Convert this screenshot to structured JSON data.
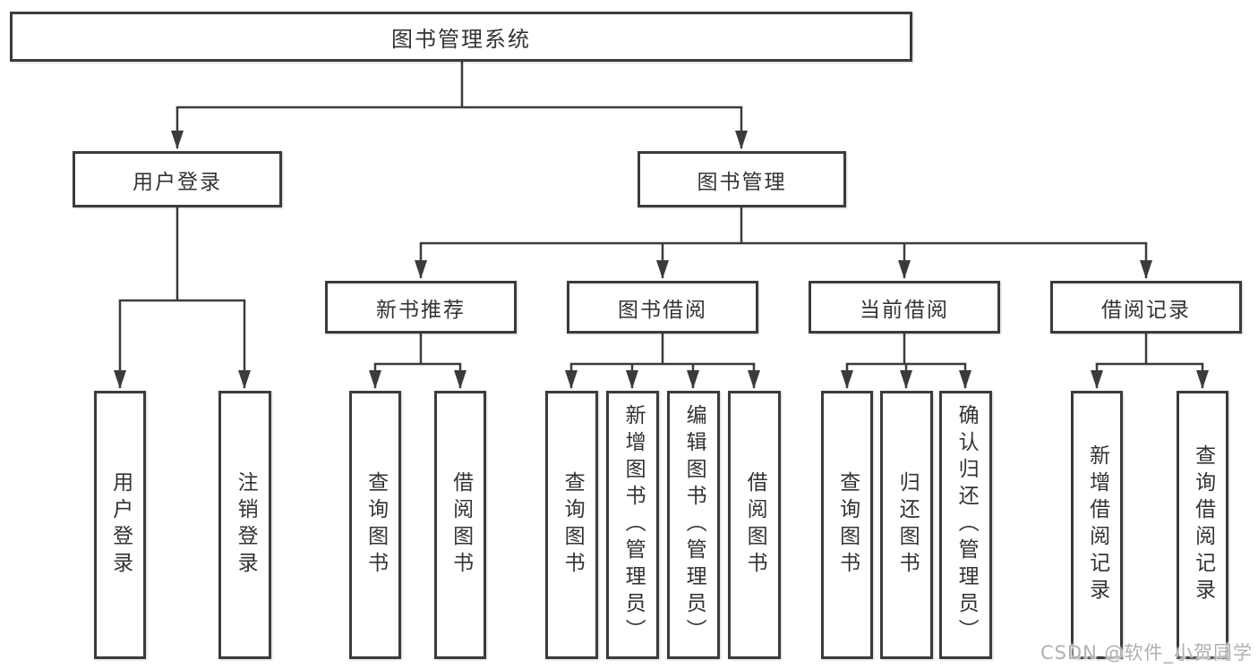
{
  "diagram": {
    "root": "图书管理系统",
    "level2": {
      "user_login": "用户登录",
      "book_management": "图书管理"
    },
    "level3": {
      "new_book": "新书推荐",
      "borrowing": "图书借阅",
      "current": "当前借阅",
      "records": "借阅记录"
    },
    "leaves": {
      "user_login": [
        "用户登录",
        "注销登录"
      ],
      "new_book": [
        "查询图书",
        "借阅图书"
      ],
      "borrowing": [
        "查询图书",
        "新增图书（管理员）",
        "编辑图书（管理员）",
        "借阅图书"
      ],
      "current": [
        "查询图书",
        "归还图书",
        "确认归还（管理员）"
      ],
      "records": [
        "新增借阅记录",
        "查询借阅记录"
      ]
    }
  },
  "watermark": "CSDN @软件_小贺同学",
  "colors": {
    "line": "#3b3b3b",
    "text": "#333333",
    "watermark": "#b0b0b0",
    "background": "#ffffff"
  }
}
